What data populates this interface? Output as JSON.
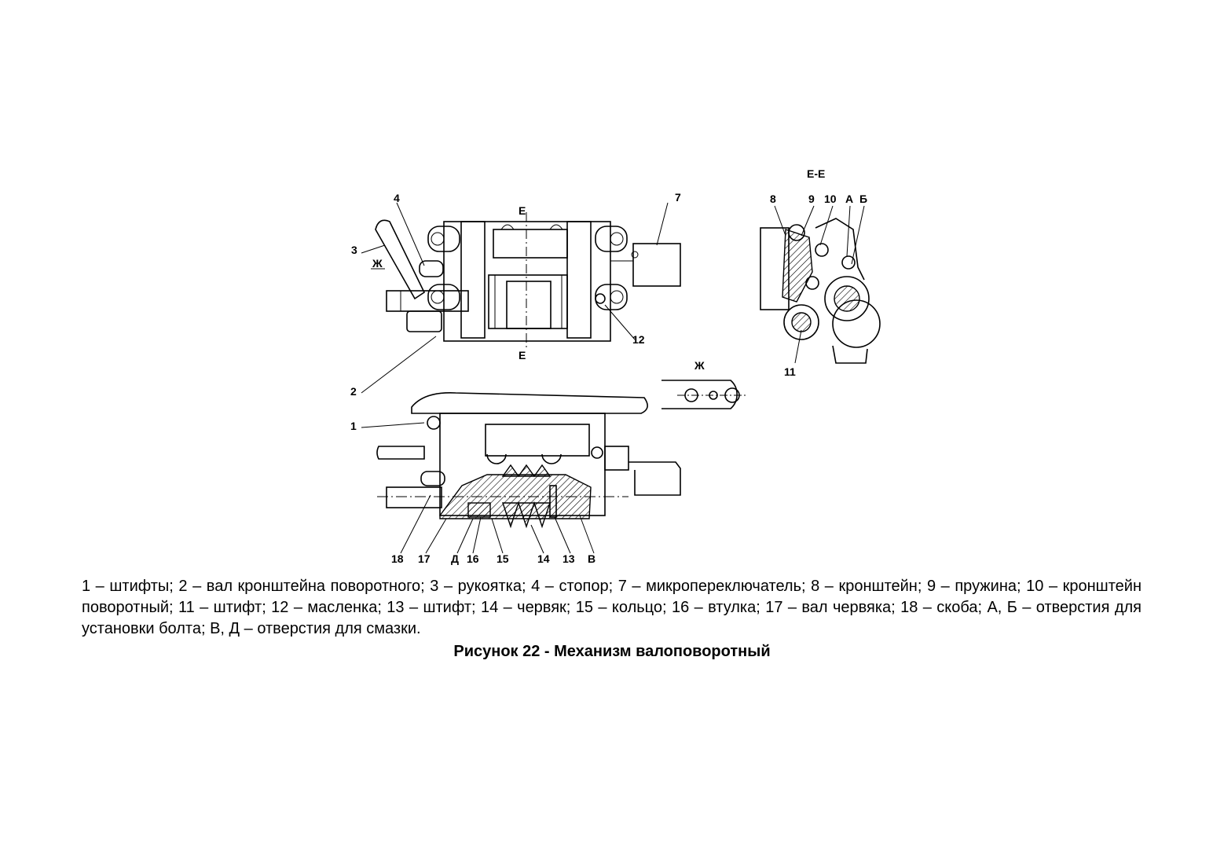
{
  "figure": {
    "section_marks": {
      "top": "Е",
      "bottom": "Е",
      "section_title": "Е-Е",
      "view_main": "Ж",
      "view_detail": "Ж"
    },
    "callouts": {
      "c1": "1",
      "c2": "2",
      "c3": "3",
      "c4": "4",
      "c7": "7",
      "c12": "12",
      "c8": "8",
      "c9": "9",
      "c10": "10",
      "cA": "А",
      "cB": "Б",
      "c11": "11",
      "c18": "18",
      "c17": "17",
      "cD": "Д",
      "c16": "16",
      "c15": "15",
      "c14": "14",
      "c13": "13",
      "cV": "В"
    }
  },
  "caption": "1 – штифты; 2 – вал кронштейна поворотного; 3 – рукоятка; 4 – стопор; 7 – микропереключатель; 8 – кронштейн; 9 – пружина; 10 – кронштейн поворотный; 11 – штифт; 12 – масленка; 13 – штифт; 14 – червяк; 15 – кольцо; 16 – втулка; 17 – вал червяка; 18 – скоба; А, Б – отверстия для установки болта; В, Д – отверстия для смазки.",
  "title": "Рисунок 22 - Механизм валоповоротный"
}
